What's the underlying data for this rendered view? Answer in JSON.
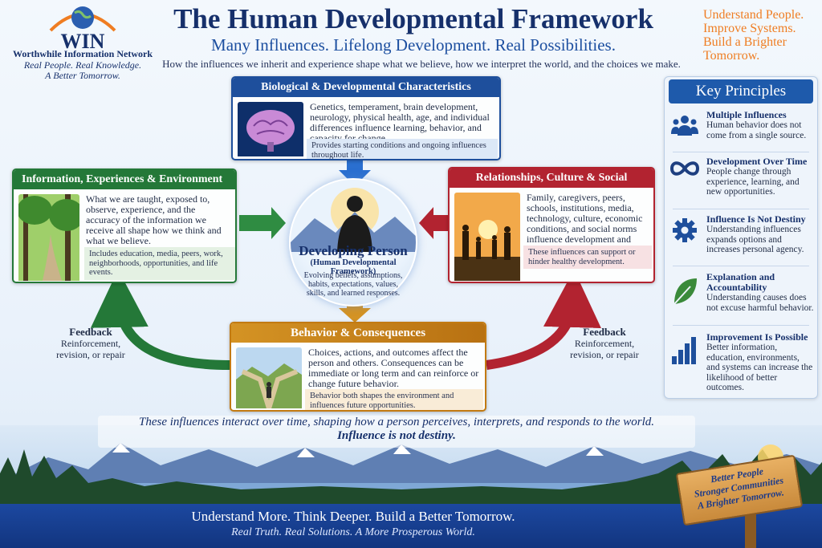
{
  "logo": {
    "acronym": "WIN",
    "org_name": "Worthwhile Information Network",
    "tagline_1": "Real People. Real Knowledge.",
    "tagline_2": "A Better Tomorrow."
  },
  "header": {
    "title": "The Human Developmental Framework",
    "subtitle": "Many Influences. Lifelong Development. Real Possibilities.",
    "description": "How the influences we inherit and experience shape what we believe, how we interpret the world, and the choices we make."
  },
  "top_right": [
    "Understand People.",
    "Improve Systems.",
    "Build a Brighter",
    "Tomorrow."
  ],
  "cards": {
    "bio": {
      "title": "Biological & Developmental Characteristics",
      "text": "Genetics, temperament, brain development, neurology, physical health, age, and individual differences influence learning, behavior, and capacity for change.",
      "note": "Provides starting conditions and ongoing influences throughout life."
    },
    "info": {
      "title": "Information, Experiences & Environment",
      "text": "What we are taught, exposed to, observe, experience, and the accuracy of the information we receive all shape how we think and what we believe.",
      "note": "Includes education, media, peers, work, neighborhoods, opportunities, and life events."
    },
    "rel": {
      "title": "Relationships, Culture & Social Conditions",
      "text": "Family, caregivers, peers, schools, institutions, media, technology, culture, economic conditions, and social norms influence development and behavior.",
      "note": "These influences can support or hinder healthy development."
    },
    "beh": {
      "title": "Behavior & Consequences",
      "text": "Choices, actions, and outcomes affect the person and others. Consequences can be immediate or long term and can reinforce or change future behavior.",
      "note": "Behavior both shapes the environment and influences future opportunities."
    }
  },
  "center": {
    "title": "Developing Person",
    "subtitle": "(Human Developmental Framework)",
    "description": "Evolving beliefs, assumptions, habits, expectations, values, skills, and learned responses."
  },
  "feedback_left": {
    "title": "Feedback",
    "line1": "Reinforcement,",
    "line2": "revision, or repair"
  },
  "feedback_right": {
    "title": "Feedback",
    "line1": "Reinforcement,",
    "line2": "revision, or repair"
  },
  "key_principles": {
    "title": "Key Principles",
    "items": [
      {
        "icon": "people-icon",
        "title": "Multiple Influences",
        "desc": "Human behavior does not come from a single source."
      },
      {
        "icon": "infinity-icon",
        "title": "Development Over Time",
        "desc": "People change through experience, learning, and new opportunities."
      },
      {
        "icon": "gear-icon",
        "title": "Influence Is Not Destiny",
        "desc": "Understanding influences expands options and increases personal agency."
      },
      {
        "icon": "leaf-icon",
        "title": "Explanation and Accountability",
        "desc": "Understanding causes does not excuse harmful behavior."
      },
      {
        "icon": "bar-chart-icon",
        "title": "Improvement Is Possible",
        "desc": "Better information, education, environments, and systems can increase the likelihood of better outcomes."
      }
    ]
  },
  "banner": {
    "line1": "These influences interact over time, shaping how a person perceives, interprets, and responds to the world.",
    "line2": "Influence is not destiny."
  },
  "footer": {
    "line1": "Understand More. Think Deeper. Build a Better Tomorrow.",
    "line2": "Real Truth. Real Solutions. A More Prosperous World."
  },
  "sign": [
    "Better People",
    "Stronger Communities",
    "A Brighter Tomorrow."
  ],
  "colors": {
    "navy": "#16306b",
    "blue": "#1e4f9c",
    "green": "#247838",
    "red": "#b22330",
    "gold": "#c27a12",
    "orange": "#ef7d22"
  }
}
